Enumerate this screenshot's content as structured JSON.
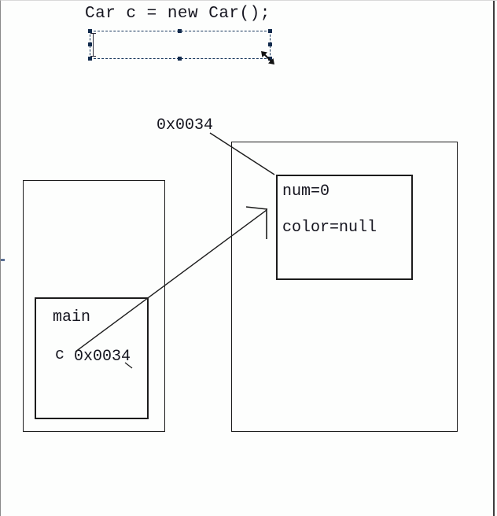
{
  "window": {
    "background_color": "#fdfefd",
    "left_border_color": "#8a8a8a",
    "right_border_color": "#3d3d3d"
  },
  "canvas": {
    "code_text": "Car c = new Car();",
    "heap_address_label": "0x0034"
  },
  "heap_object": {
    "field_num": "num=0",
    "field_color": "color=null"
  },
  "stack_frame": {
    "label": "main",
    "variable_name": "c",
    "variable_value": "0x0034"
  },
  "selection": {
    "dash_color": "#16365c",
    "handle_color": "#122b4d",
    "handle_count": "8"
  },
  "colors": {
    "shape_stroke": "#1c1c1c",
    "text_color": "#15151f"
  }
}
